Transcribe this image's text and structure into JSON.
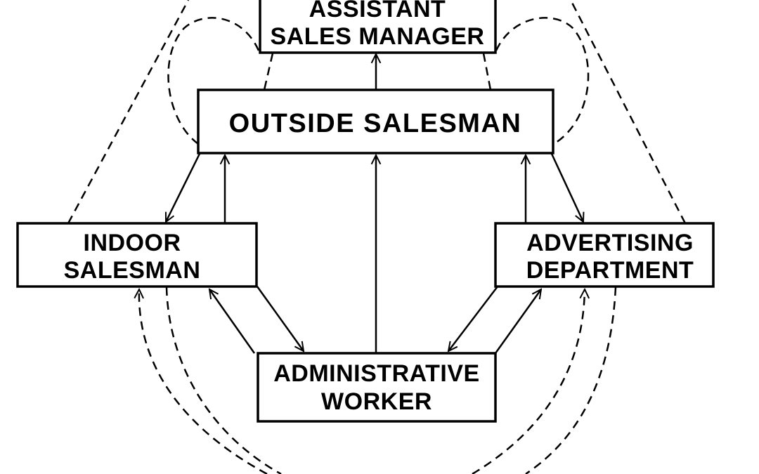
{
  "diagram": {
    "nodes": {
      "assistant_sales_manager": {
        "line1": "ASSISTANT",
        "line2": "SALES MANAGER"
      },
      "outside_salesman": {
        "line1": "OUTSIDE SALESMAN"
      },
      "indoor_salesman": {
        "line1": "INDOOR",
        "line2": "SALESMAN"
      },
      "advertising_department": {
        "line1": "ADVERTISING",
        "line2": "DEPARTMENT"
      },
      "administrative_worker": {
        "line1": "ADMINISTRATIVE",
        "line2": "WORKER"
      }
    },
    "line_color": "#000000",
    "background": "#ffffff"
  }
}
